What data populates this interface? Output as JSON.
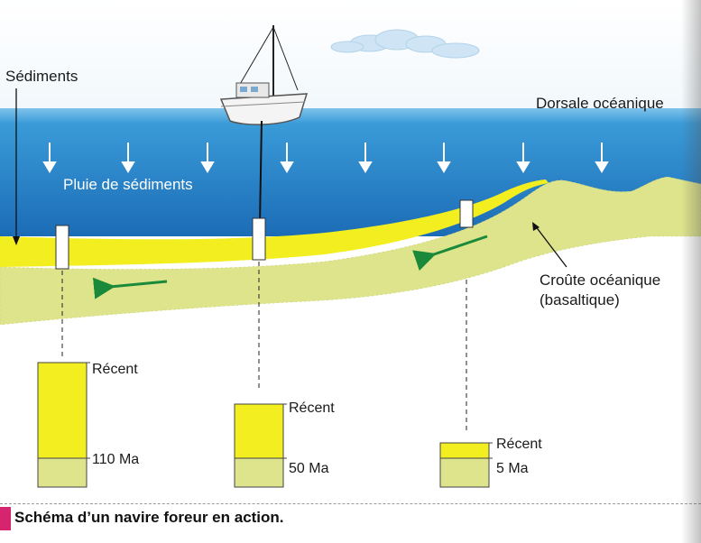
{
  "labels": {
    "sediments": "Sédiments",
    "ridge": "Dorsale océanique",
    "sediment_rain": "Pluie de sédiments",
    "crust_line1": "Croûte océanique",
    "crust_line2": "(basaltique)"
  },
  "cores": [
    {
      "top_label": "Récent",
      "age_label": "110 Ma"
    },
    {
      "top_label": "Récent",
      "age_label": "50 Ma"
    },
    {
      "top_label": "Récent",
      "age_label": "5 Ma"
    }
  ],
  "caption": {
    "text": "Schéma d’un navire foreur en action."
  },
  "colors": {
    "ocean_top": "#2a8fd0",
    "ocean_bottom": "#1d6fb8",
    "sediment_yellow": "#f2ee1f",
    "crust": "#d9e08a",
    "arrow_green": "#1a8a3a",
    "caption_badge": "#d6246e"
  }
}
